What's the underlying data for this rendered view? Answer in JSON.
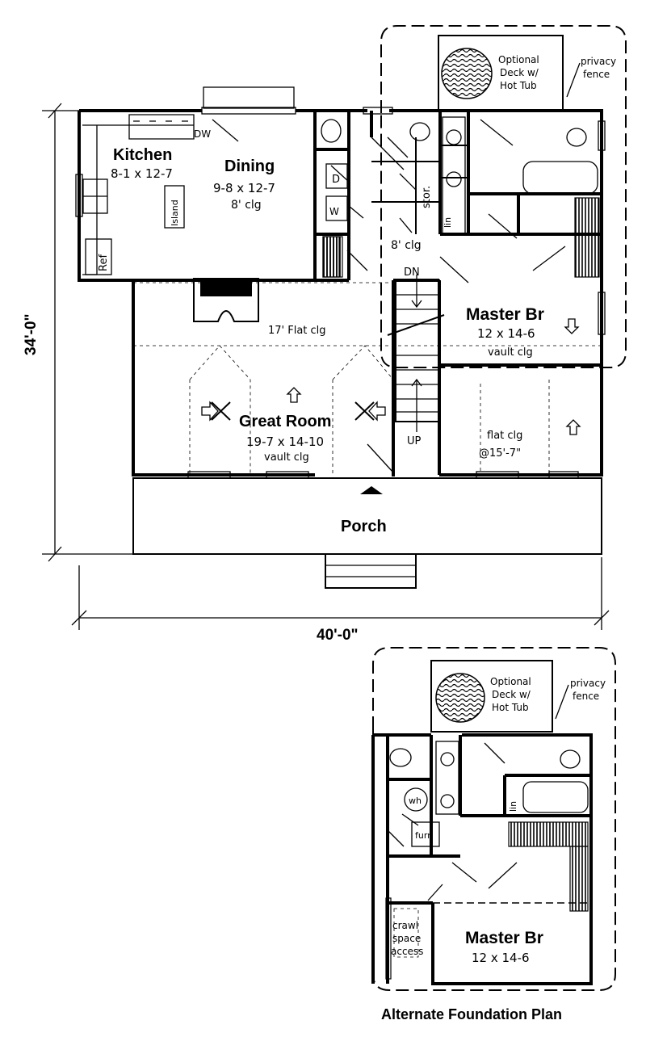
{
  "main_plan": {
    "overall_width": "40'-0\"",
    "overall_depth": "34'-0\"",
    "rooms": {
      "kitchen": {
        "name": "Kitchen",
        "size": "8-1 x 12-7"
      },
      "dining": {
        "name": "Dining",
        "size": "9-8 x 12-7",
        "ceiling": "8' clg"
      },
      "great_room": {
        "name": "Great Room",
        "size": "19-7 x 14-10",
        "ceiling": "vault clg"
      },
      "master": {
        "name": "Master Br",
        "size": "12 x 14-6",
        "ceiling": "vault clg"
      },
      "porch": {
        "name": "Porch"
      },
      "flat_room": {
        "ceiling_1": "flat clg",
        "ceiling_2": "@15'-7\""
      }
    },
    "labels": {
      "dw": "DW",
      "island": "Island",
      "ref": "Ref",
      "dryer": "D",
      "washer": "W",
      "storage": "stor.",
      "linen": "lin",
      "hall_ceiling": "8' clg",
      "down": "DN",
      "up": "UP",
      "flat_ceiling": "17' Flat clg"
    },
    "deck": {
      "line1": "Optional",
      "line2": "Deck w/",
      "line3": "Hot Tub",
      "fence1": "privacy",
      "fence2": "fence"
    }
  },
  "alternate_plan": {
    "title": "Alternate Foundation Plan",
    "deck": {
      "line1": "Optional",
      "line2": "Deck w/",
      "line3": "Hot Tub",
      "fence1": "privacy",
      "fence2": "fence"
    },
    "labels": {
      "water_heater": "wh",
      "furnace": "furn",
      "linen": "lin",
      "crawl1": "crawl",
      "crawl2": "space",
      "crawl3": "access"
    },
    "master": {
      "name": "Master Br",
      "size": "12 x 14-6"
    }
  }
}
